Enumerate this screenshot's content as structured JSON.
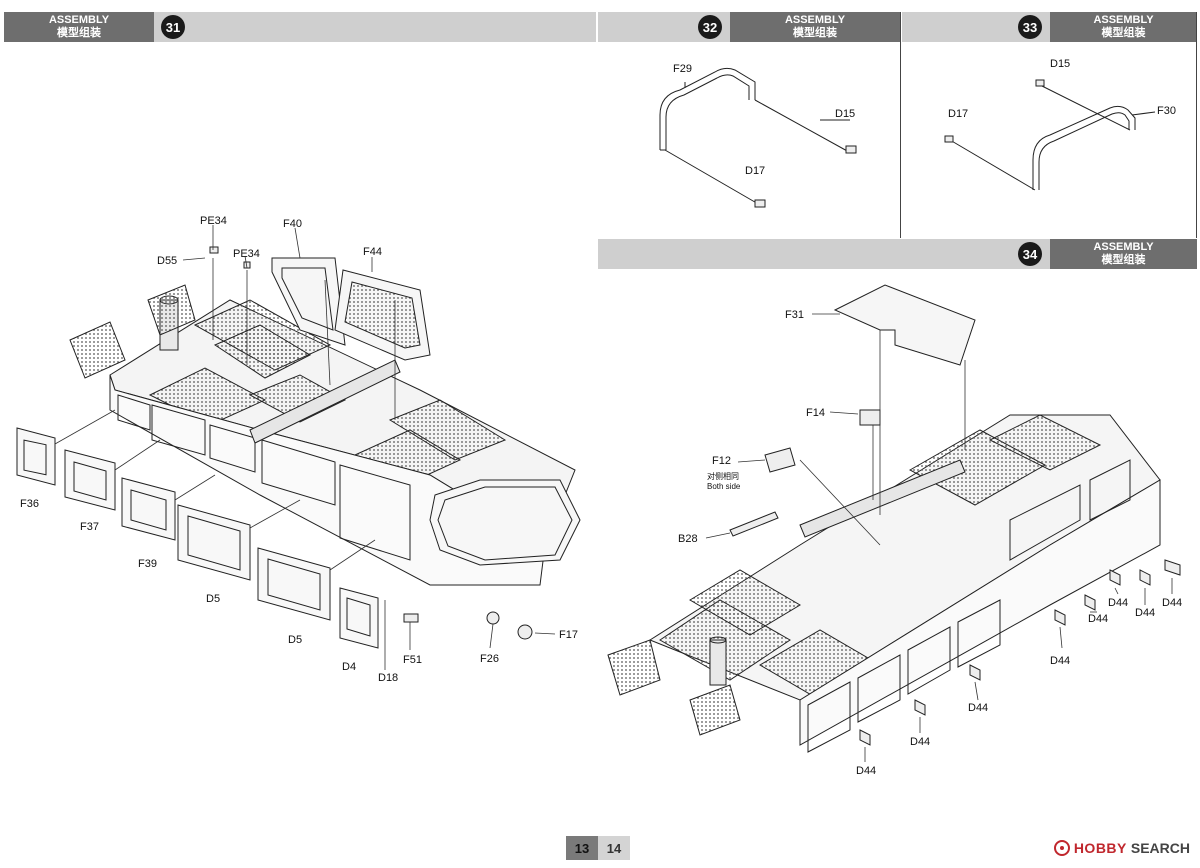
{
  "steps": [
    {
      "number": "31",
      "title_en": "ASSEMBLY",
      "title_cn": "模型组装"
    },
    {
      "number": "32",
      "title_en": "ASSEMBLY",
      "title_cn": "模型组装"
    },
    {
      "number": "33",
      "title_en": "ASSEMBLY",
      "title_cn": "模型组装"
    },
    {
      "number": "34",
      "title_en": "ASSEMBLY",
      "title_cn": "模型组装"
    }
  ],
  "step31_parts": {
    "pe34_a": "PE34",
    "d55": "D55",
    "pe34_b": "PE34",
    "f40": "F40",
    "f44": "F44",
    "f36": "F36",
    "f37": "F37",
    "f39": "F39",
    "d5_a": "D5",
    "d5_b": "D5",
    "d4": "D4",
    "d18": "D18",
    "f51": "F51",
    "f26": "F26",
    "f17": "F17"
  },
  "step32_parts": {
    "f29": "F29",
    "d15": "D15",
    "d17": "D17"
  },
  "step33_parts": {
    "d15": "D15",
    "d17": "D17",
    "f30": "F30"
  },
  "step34_parts": {
    "f31": "F31",
    "f14": "F14",
    "f12": "F12",
    "f12_note_cn": "对侧相同",
    "f12_note_en": "Both side",
    "b28": "B28",
    "d44_1": "D44",
    "d44_2": "D44",
    "d44_3": "D44",
    "d44_4": "D44",
    "d44_5": "D44",
    "d44_6": "D44",
    "d44_7": "D44",
    "d44_8": "D44"
  },
  "footer": {
    "page_left": "13",
    "page_right": "14",
    "watermark_brand": "HOBBY",
    "watermark_text": "SEARCH"
  },
  "colors": {
    "header_dark": "#6e6e6e",
    "header_light": "#cfcfcf",
    "badge": "#1a1a1a",
    "watermark": "#c0272d"
  }
}
